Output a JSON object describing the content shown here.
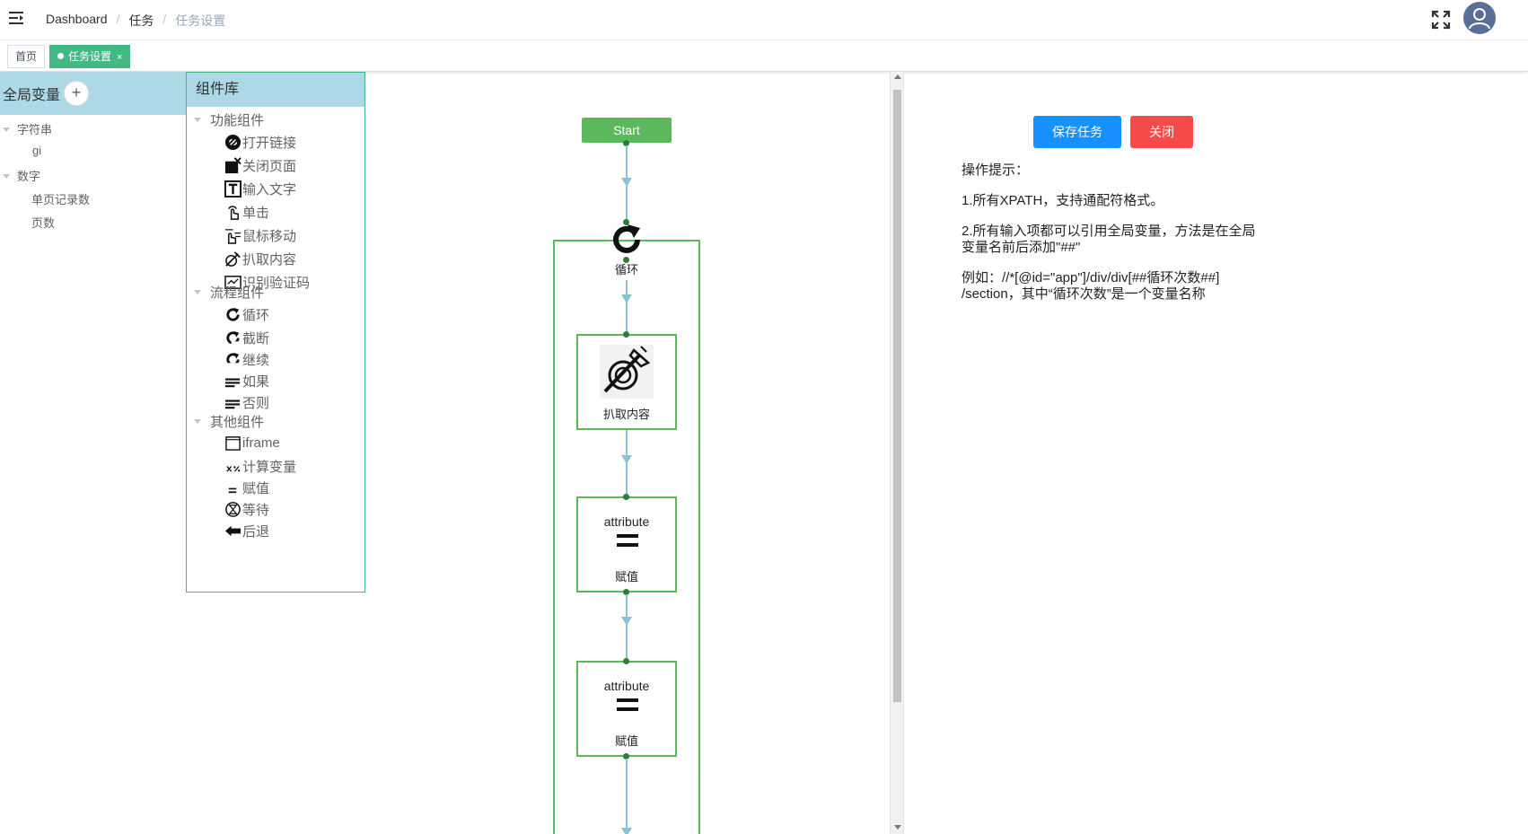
{
  "header": {
    "breadcrumb": [
      "Dashboard",
      "任务",
      "任务设置"
    ],
    "separator": "/"
  },
  "tags": {
    "home": "首页",
    "active": "任务设置",
    "close": "×"
  },
  "vars": {
    "title": "全局变量",
    "add": "+",
    "tree": [
      {
        "label": "字符串",
        "children": [
          "gi"
        ]
      },
      {
        "label": "数字",
        "children": [
          "单页记录数",
          "页数"
        ]
      }
    ]
  },
  "library": {
    "title": "组件库",
    "groups": [
      {
        "label": "功能组件",
        "items": [
          {
            "icon": "link-icon",
            "label": "打开链接"
          },
          {
            "icon": "close-page-icon",
            "label": "关闭页面"
          },
          {
            "icon": "text-input-icon",
            "label": "输入文字"
          },
          {
            "icon": "click-icon",
            "label": "单击"
          },
          {
            "icon": "mouse-move-icon",
            "label": "鼠标移动"
          },
          {
            "icon": "extract-icon",
            "label": "扒取内容"
          },
          {
            "icon": "captcha-icon",
            "label": "识别验证码"
          }
        ]
      },
      {
        "label": "流程组件",
        "items": [
          {
            "icon": "loop-icon",
            "label": "循环"
          },
          {
            "icon": "break-icon",
            "label": "截断"
          },
          {
            "icon": "continue-icon",
            "label": "继续"
          },
          {
            "icon": "if-icon",
            "label": "如果"
          },
          {
            "icon": "else-icon",
            "label": "否则"
          }
        ]
      },
      {
        "label": "其他组件",
        "items": [
          {
            "icon": "iframe-icon",
            "label": "iframe"
          },
          {
            "icon": "calc-var-icon",
            "label": "计算变量"
          },
          {
            "icon": "assign-icon",
            "label": "赋值"
          },
          {
            "icon": "wait-icon",
            "label": "等待"
          },
          {
            "icon": "back-icon",
            "label": "后退"
          }
        ]
      }
    ]
  },
  "flow": {
    "start": "Start",
    "loop_label": "循环",
    "extract_label": "扒取内容",
    "assign1_top": "attribute",
    "assign1_label": "赋值",
    "assign2_top": "attribute",
    "assign2_label": "赋值"
  },
  "right": {
    "save": "保存任务",
    "close": "关闭",
    "tips_title": "操作提示：",
    "tip1": "1.所有XPATH，支持通配符格式。",
    "tip2": "2.所有输入项都可以引用全局变量，方法是在全局变量名前后添加\"##\"",
    "tip3_line1": "例如：//*[@id=\"app\"]/div/div[##循环次数##]",
    "tip3_line2": "/section，其中“循环次数”是一个变量名称"
  },
  "colors": {
    "accent": "#42b983",
    "panel_head": "#add8e6",
    "save": "#1890ff",
    "close": "#f44a4a",
    "node_border": "#5cb85c"
  }
}
